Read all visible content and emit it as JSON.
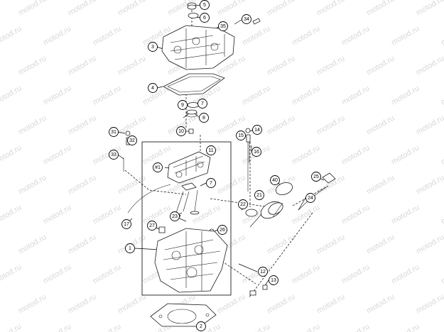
{
  "watermark": {
    "text": "motod.ru",
    "color": "#d8d8d8"
  },
  "callouts": [
    {
      "id": "c5",
      "label": "5"
    },
    {
      "id": "c6",
      "label": "6"
    },
    {
      "id": "c34",
      "label": "34"
    },
    {
      "id": "c35",
      "label": "35"
    },
    {
      "id": "c3",
      "label": "3"
    },
    {
      "id": "c4",
      "label": "4"
    },
    {
      "id": "c9",
      "label": "9"
    },
    {
      "id": "c7a",
      "label": "7"
    },
    {
      "id": "c8",
      "label": "8"
    },
    {
      "id": "c10",
      "label": "10"
    },
    {
      "id": "c15",
      "label": "15"
    },
    {
      "id": "c14",
      "label": "14"
    },
    {
      "id": "c31",
      "label": "31"
    },
    {
      "id": "c32",
      "label": "32"
    },
    {
      "id": "c16",
      "label": "16"
    },
    {
      "id": "c11",
      "label": "11"
    },
    {
      "id": "c33",
      "label": "33"
    },
    {
      "id": "c1a",
      "label": "#1"
    },
    {
      "id": "c40",
      "label": "40"
    },
    {
      "id": "c25",
      "label": "25"
    },
    {
      "id": "c7b",
      "label": "7"
    },
    {
      "id": "c21",
      "label": "21"
    },
    {
      "id": "c24",
      "label": "24"
    },
    {
      "id": "c22",
      "label": "22"
    },
    {
      "id": "c23",
      "label": "23"
    },
    {
      "id": "c17",
      "label": "17"
    },
    {
      "id": "c27",
      "label": "27"
    },
    {
      "id": "c26",
      "label": "26"
    },
    {
      "id": "c1",
      "label": "1"
    },
    {
      "id": "c12",
      "label": "12"
    },
    {
      "id": "c13",
      "label": "13"
    },
    {
      "id": "c2",
      "label": "2"
    }
  ]
}
